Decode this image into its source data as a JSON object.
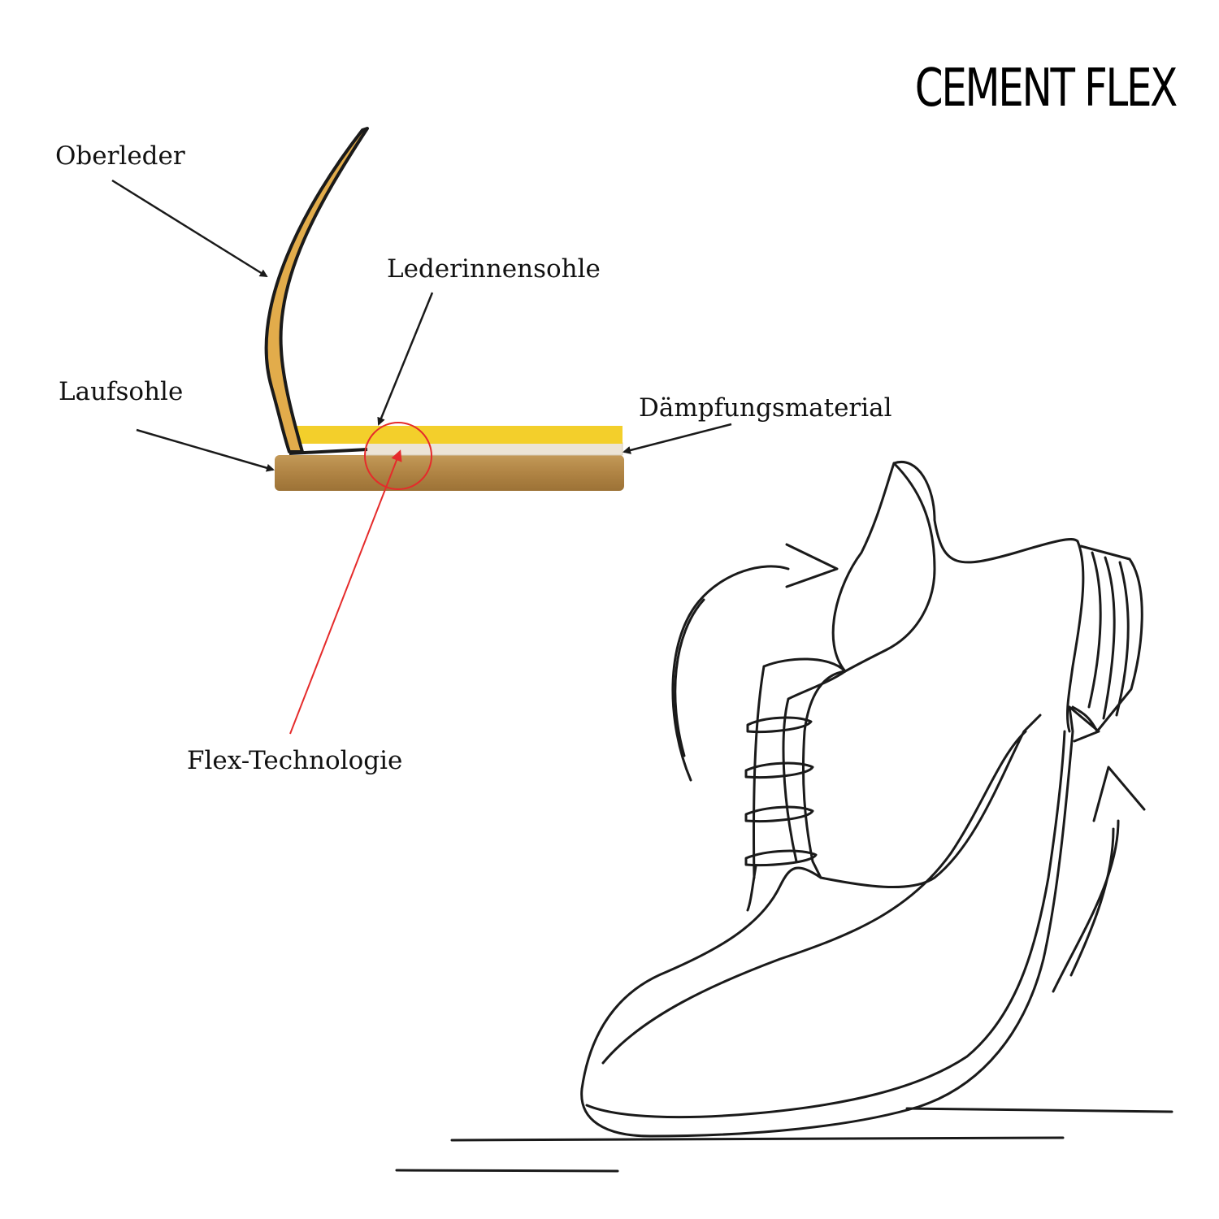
{
  "title": "CEMENT FLEX",
  "labels": {
    "upper_leather": "Oberleder",
    "insole": "Lederinnensohle",
    "outsole": "Laufsohle",
    "cushioning": "Dämpfungsmaterial",
    "flex": "Flex-Technologie"
  },
  "colors": {
    "insole_yellow": "#f3cf2b",
    "outsole_brown": "#b58a49",
    "upper_tan": "#e2ac4b",
    "cushion_cream": "#ece4d6",
    "flex_red": "#e52b2b",
    "line_black": "#1a1a1a"
  },
  "illustration": "bending-shoe-line-drawing"
}
